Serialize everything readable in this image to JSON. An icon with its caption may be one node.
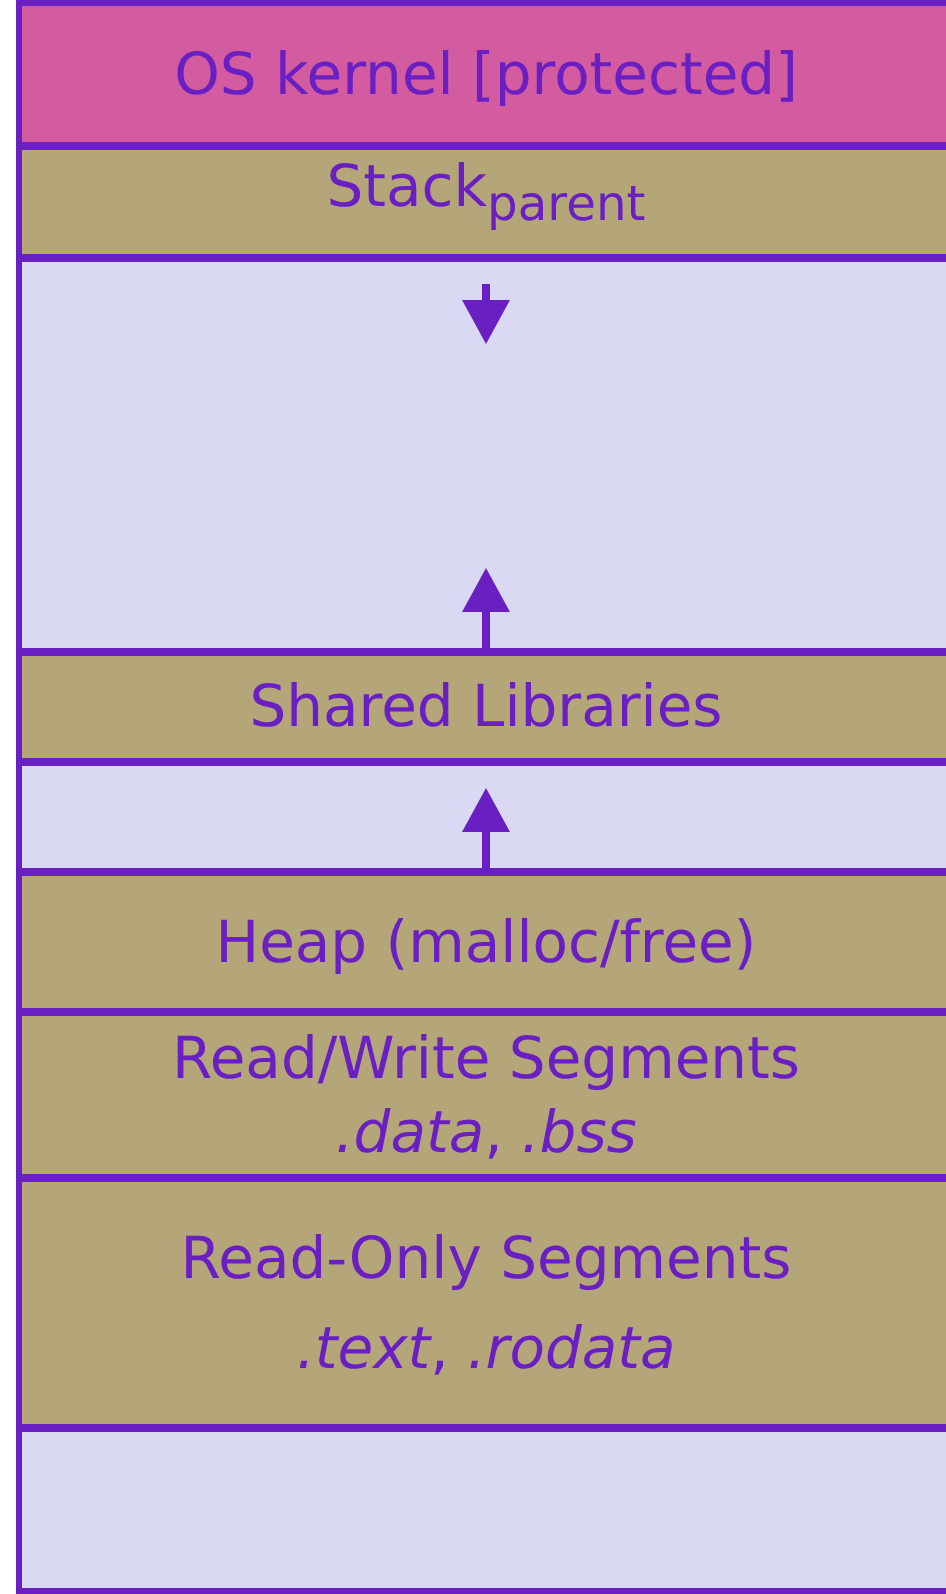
{
  "diagram": {
    "nodes": [
      {
        "text": [
          "OS kernel [protected]"
        ]
      },
      {
        "text": [
          "Stack$_{parent}$"
        ]
      },
      {
        "text": [],
        "shape": "box"
      },
      {
        "text": [
          "Shared Libraries"
        ]
      },
      {
        "text": [],
        "shape": "box"
      },
      {
        "text": [
          "Heap (malloc/free)"
        ]
      },
      {
        "text": [
          "Read/Write Segments",
          "*.data*, *.bss*"
        ]
      },
      {
        "text": [
          "Read-Only Segments",
          "*.text*, *.rodata*"
        ]
      },
      {
        "text": [],
        "shape": "box"
      }
    ],
    "edges": []
  }
}
